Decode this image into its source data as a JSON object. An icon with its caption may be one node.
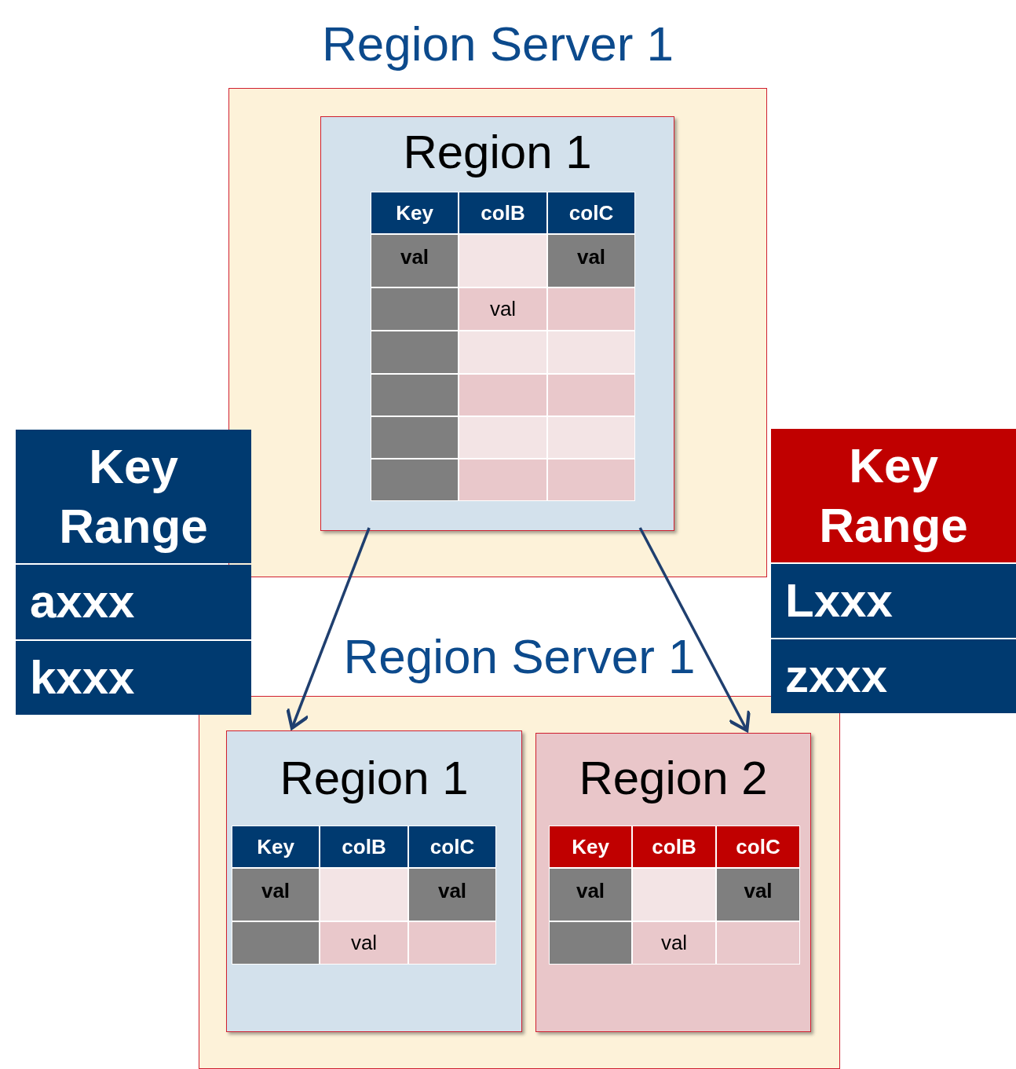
{
  "diagram": {
    "nodes": [
      {
        "text": [
          "Region Server 1"
        ]
      },
      {
        "text": [
          "Region 1"
        ],
        "in": 0
      },
      {
        "text": [
          "Key Range",
          "axxx",
          "kxxx"
        ]
      },
      {
        "text": [
          "Key Range",
          "Lxxx",
          "zxxx"
        ]
      },
      {
        "text": [
          "Region Server 1"
        ]
      },
      {
        "text": [
          "Region 1"
        ],
        "in": 4
      },
      {
        "text": [
          "Region 2"
        ],
        "in": 4
      }
    ],
    "edges": [
      {
        "from": 1,
        "to": 5,
        "arrow": "to"
      },
      {
        "from": 1,
        "to": 6,
        "arrow": "to"
      }
    ],
    "labels": [
      "Key",
      "colB",
      "colC",
      "val",
      "val",
      "val",
      "Key",
      "colB",
      "colC",
      "val",
      "val",
      "val",
      "Key",
      "colB",
      "colC",
      "val",
      "val",
      "val"
    ]
  }
}
